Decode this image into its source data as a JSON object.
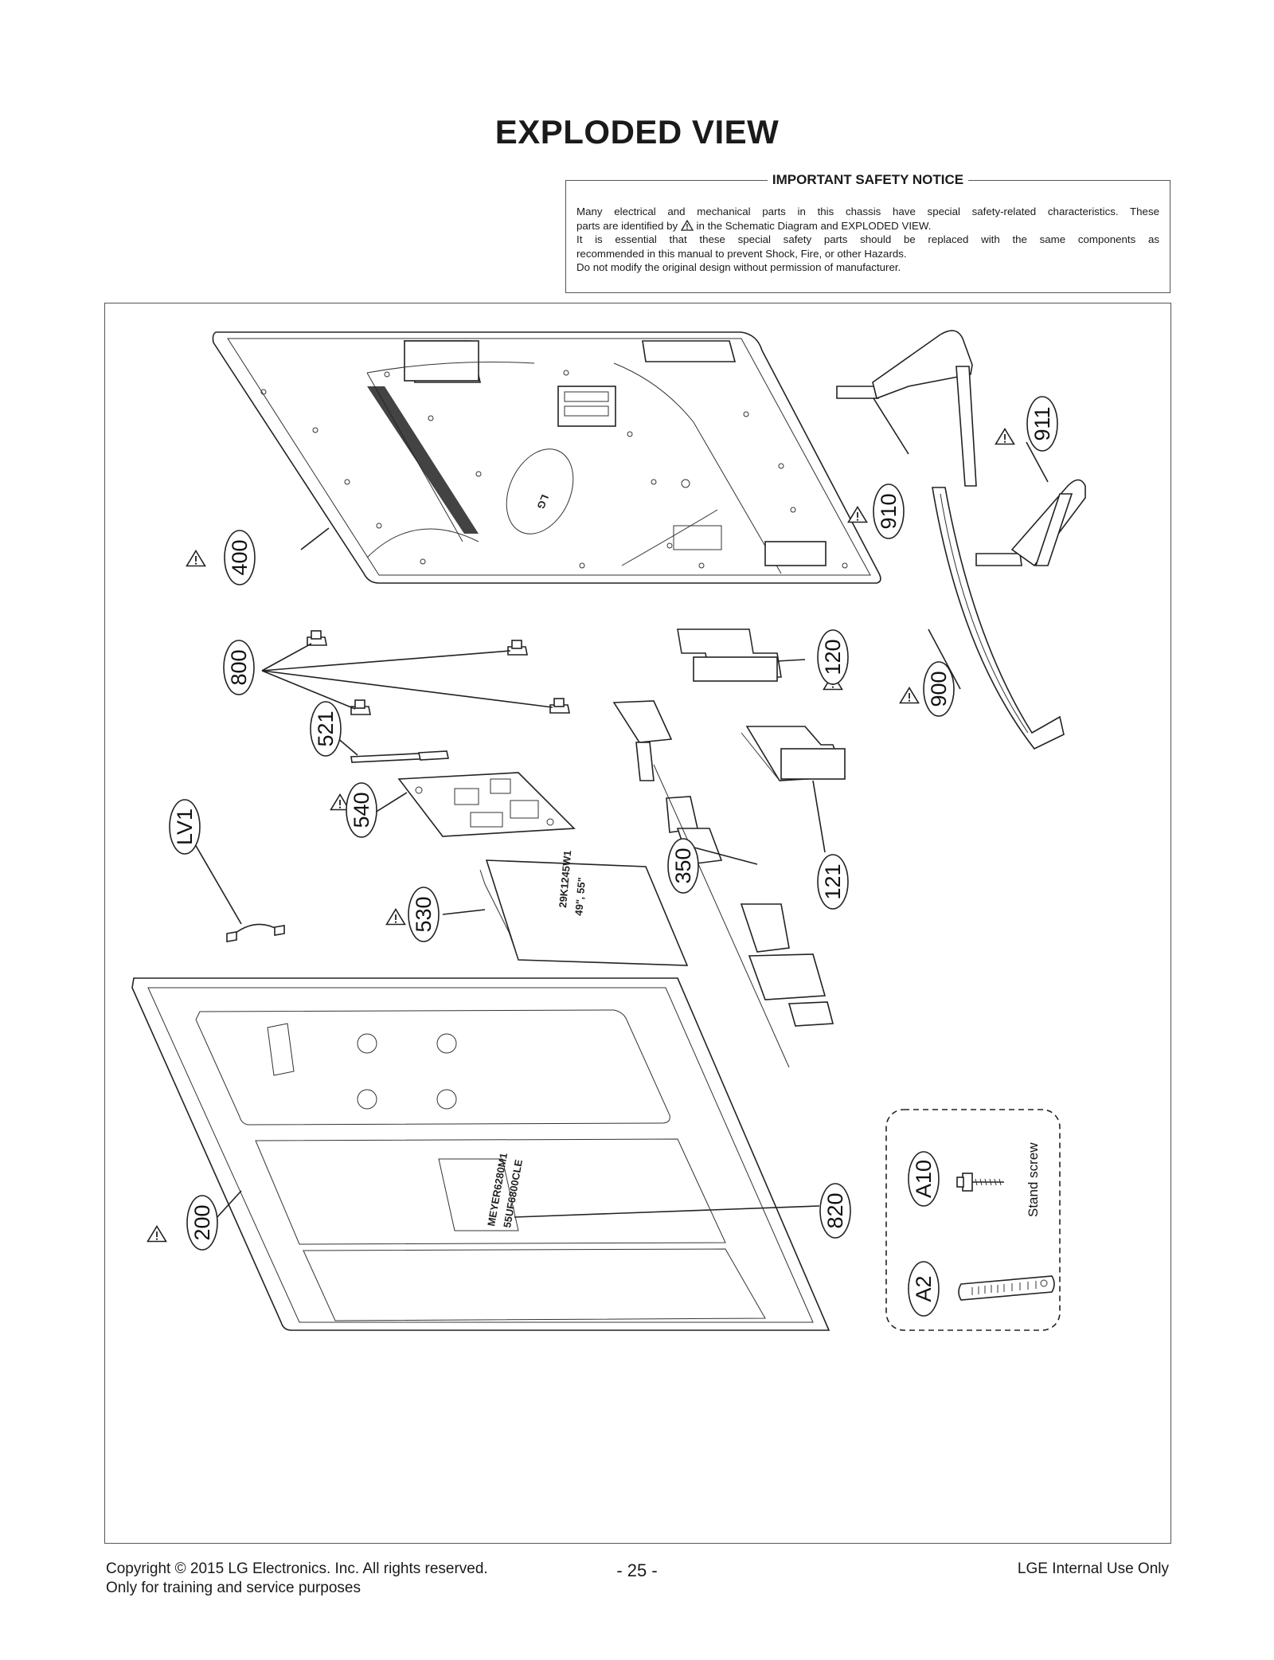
{
  "title": "EXPLODED VIEW",
  "safety_notice": {
    "heading": "IMPORTANT SAFETY NOTICE",
    "line1": "Many electrical and mechanical parts in this chassis have special safety-related characteristics. These",
    "line2a": "parts are identified by",
    "line2b": "in the Schematic Diagram and EXPLODED VIEW.",
    "line3": "It is essential that these special safety parts should be replaced with the same components as",
    "line4": "recommended in this manual to prevent Shock, Fire, or other Hazards.",
    "line5": "Do not modify the original design without permission of manufacturer."
  },
  "parts": {
    "p400": "400",
    "p910": "910",
    "p911": "911",
    "p900": "900",
    "p120": "120",
    "p800": "800",
    "p521": "521",
    "p540": "540",
    "p121": "121",
    "p350": "350",
    "pLV1": "LV1",
    "p530": "530",
    "p820": "820",
    "p200": "200",
    "pA10": "A10",
    "pA2": "A2"
  },
  "annotations": {
    "stand_screw": "Stand screw",
    "logo": "LG",
    "module_text1": "49\", 55\"",
    "module_text2": "29K1245W1",
    "panel_text1": "MEYER6280M1",
    "panel_text2": "55UF6800CLE"
  },
  "footer": {
    "copyright": "Copyright  © 2015 LG Electronics. Inc. All rights reserved.",
    "training": "Only for training and service purposes",
    "page_number": "- 25 -",
    "internal": "LGE Internal Use Only"
  }
}
